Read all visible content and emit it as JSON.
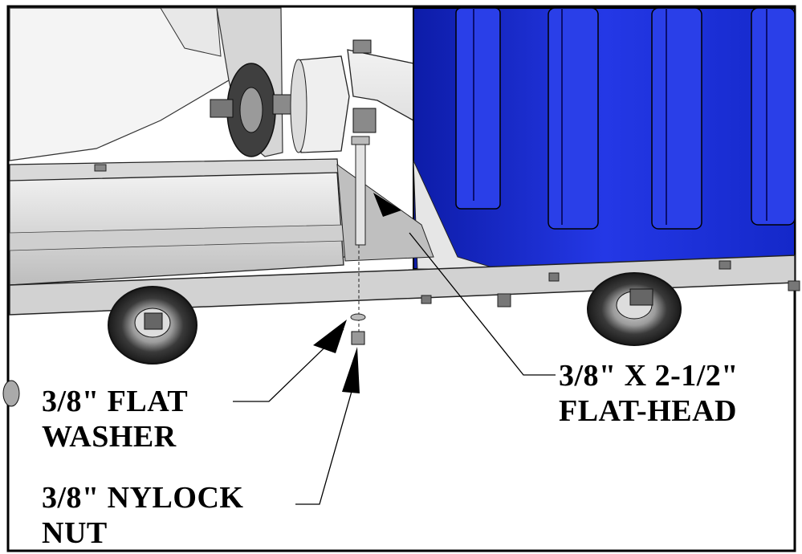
{
  "callouts": {
    "washer": {
      "line1": "3/8\" FLAT",
      "line2": "WASHER"
    },
    "nut": {
      "line1": "3/8\" NYLOCK",
      "line2": "NUT"
    },
    "bolt": {
      "line1": "3/8\" X 2-1/2\"",
      "line2": "FLAT-HEAD"
    }
  },
  "colors": {
    "tank_blue": "#1f2fd6",
    "tank_dark": "#0a159a",
    "frame_gray": "#d9d9d9",
    "outline": "#000000"
  }
}
